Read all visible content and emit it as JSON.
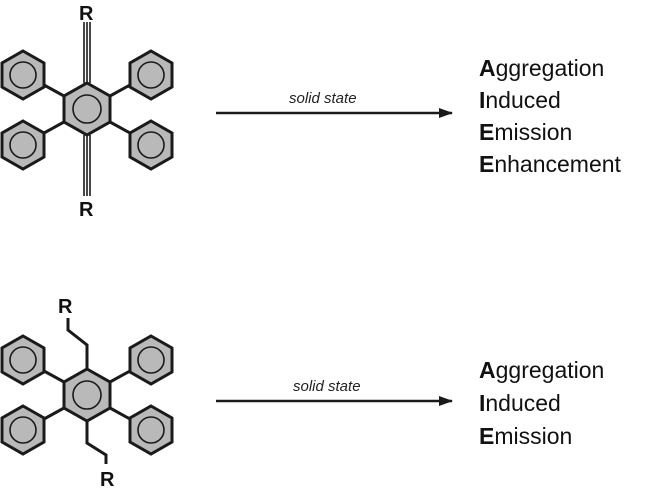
{
  "reaction_top": {
    "substituent_top": "R",
    "substituent_bottom": "R",
    "arrow_label": "solid state",
    "terms": [
      {
        "initial": "A",
        "rest": "ggregation"
      },
      {
        "initial": "I",
        "rest": "nduced"
      },
      {
        "initial": "E",
        "rest": "mission"
      },
      {
        "initial": "E",
        "rest": "nhancement"
      }
    ]
  },
  "reaction_bottom": {
    "substituent_top": "R",
    "substituent_bottom": "R",
    "arrow_label": "solid state",
    "terms": [
      {
        "initial": "A",
        "rest": "ggregation"
      },
      {
        "initial": "I",
        "rest": "nduced"
      },
      {
        "initial": "E",
        "rest": "mission"
      }
    ]
  },
  "colors": {
    "ring_fill": "#b9b9b9",
    "stroke": "#1a1a1a"
  }
}
